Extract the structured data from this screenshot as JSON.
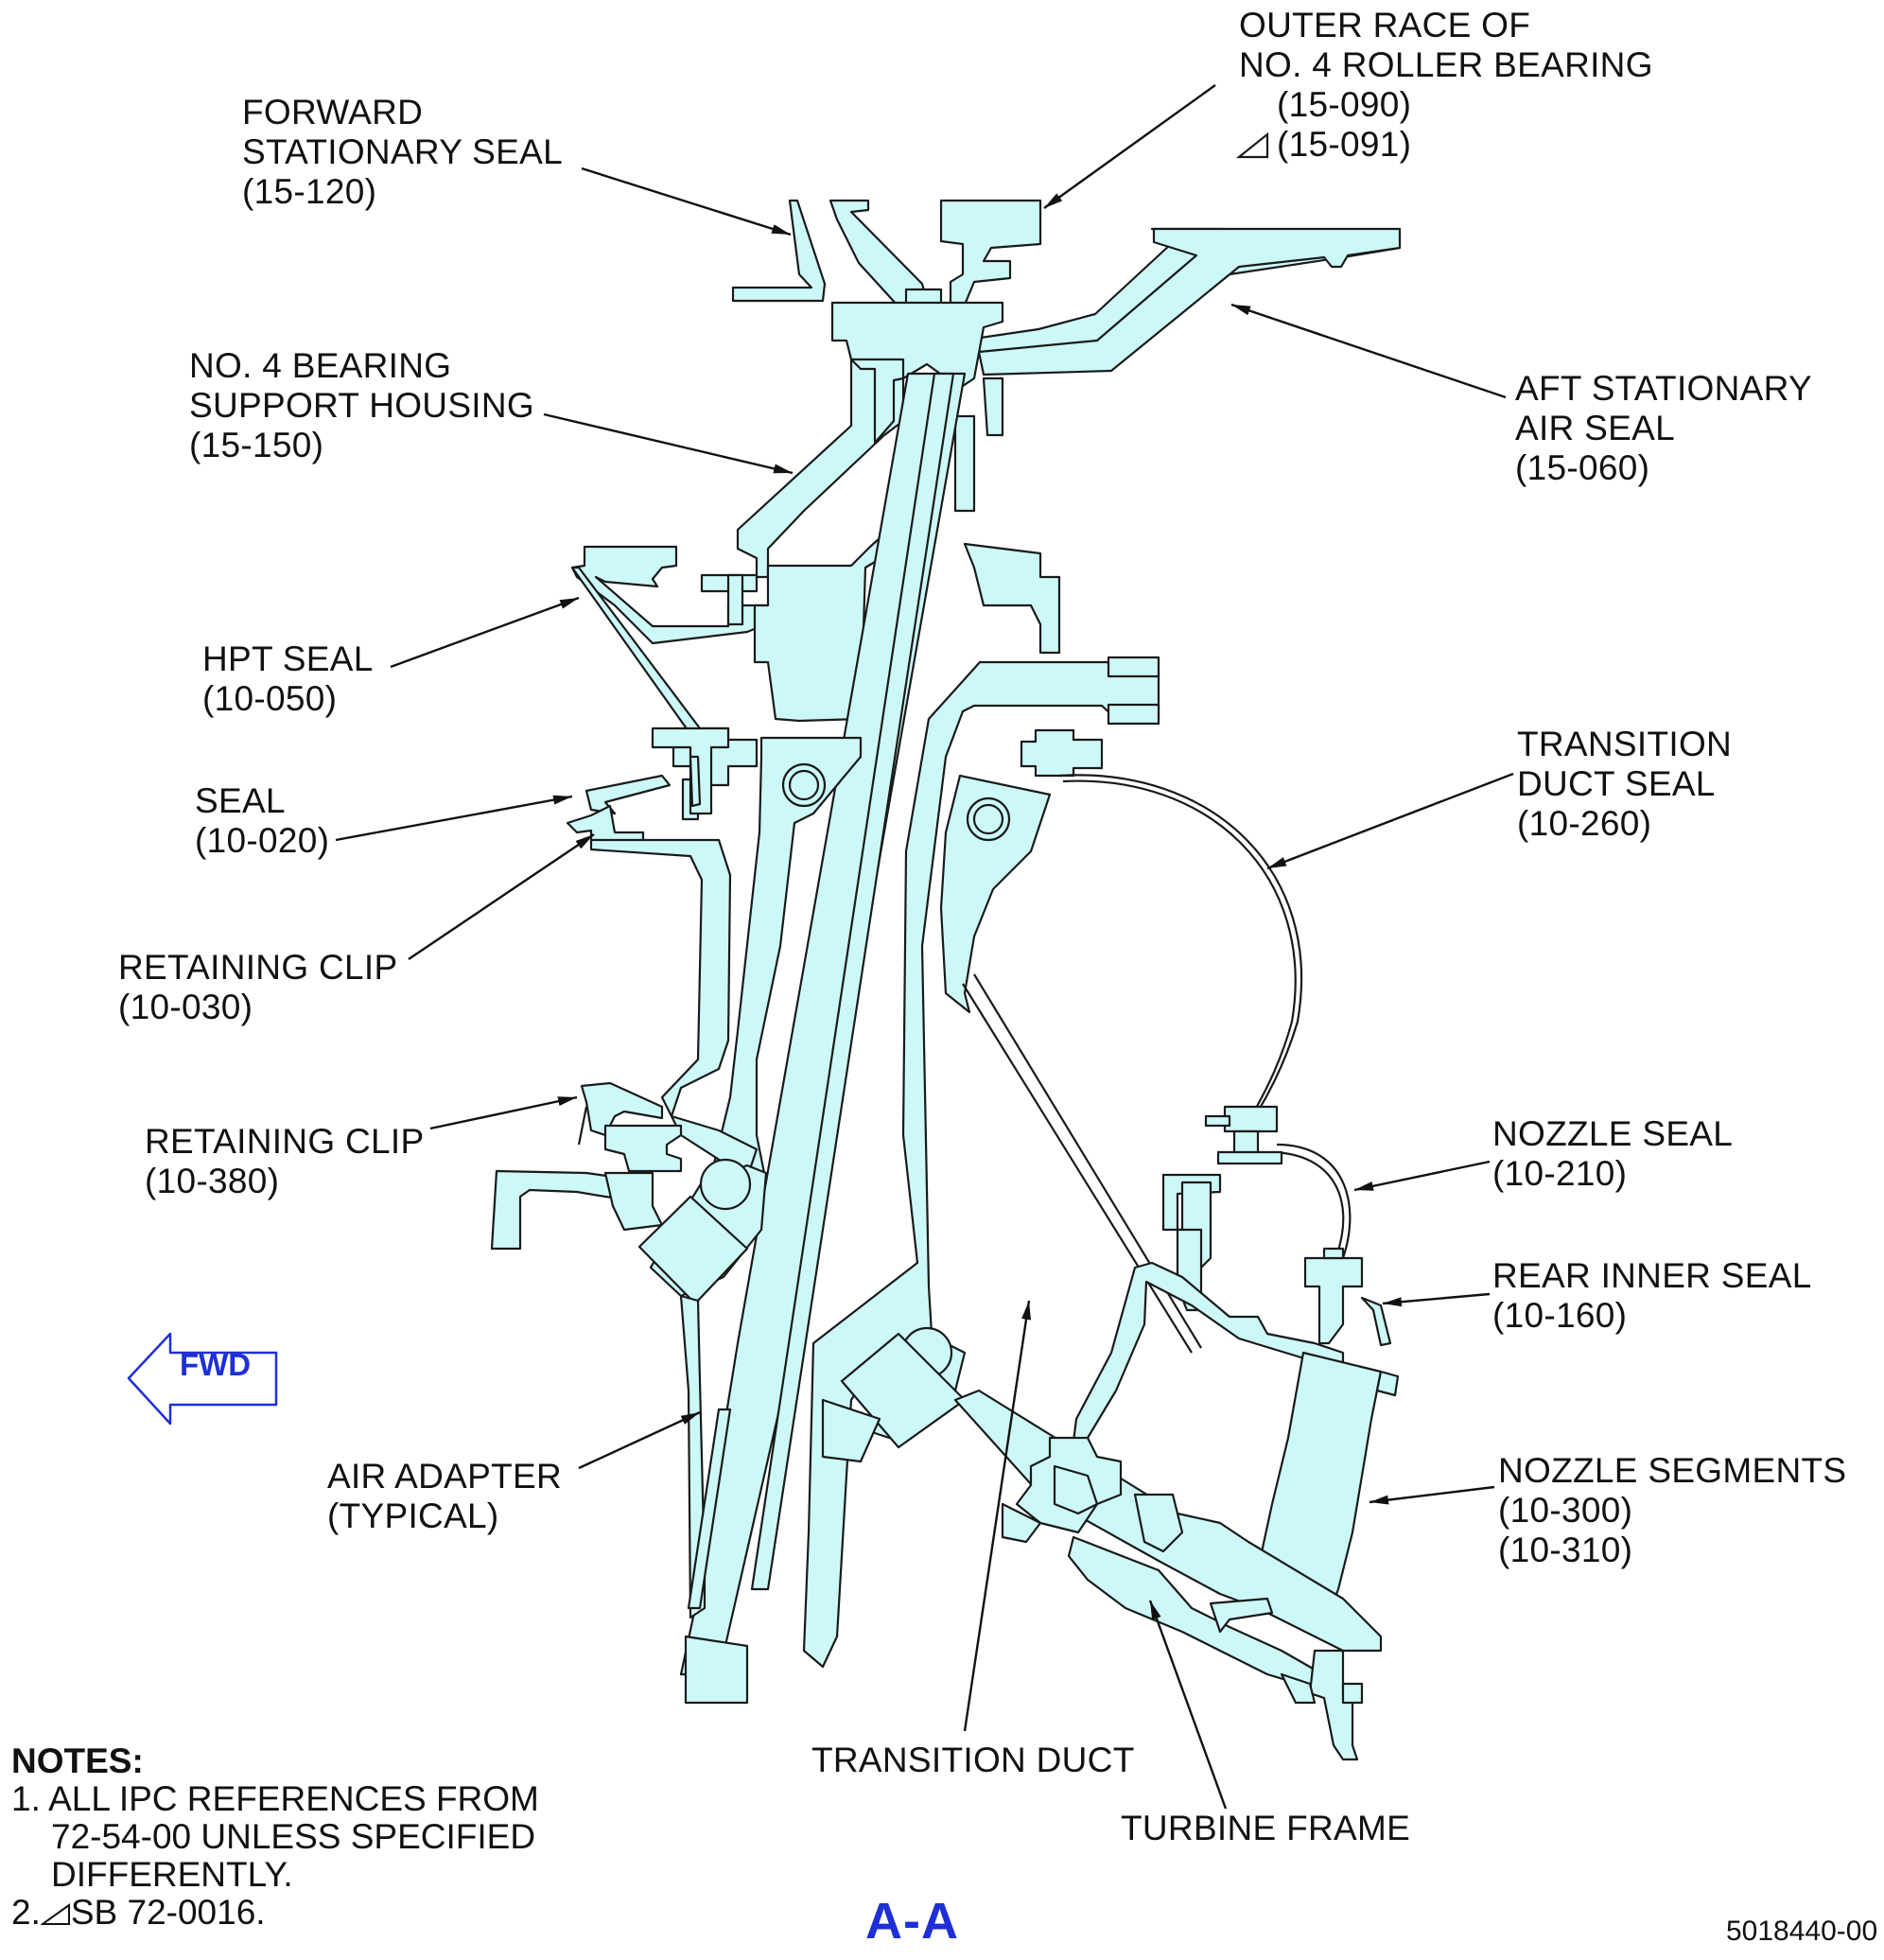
{
  "labels": {
    "outer_race": {
      "lines": [
        "OUTER RACE OF",
        "NO. 4 ROLLER BEARING",
        "(15-090)",
        "(15-091)"
      ]
    },
    "forward_seal": {
      "lines": [
        "FORWARD",
        "STATIONARY SEAL",
        "(15-120)"
      ]
    },
    "bearing_housing": {
      "lines": [
        "NO. 4 BEARING",
        "SUPPORT HOUSING",
        "(15-150)"
      ]
    },
    "aft_seal": {
      "lines": [
        "AFT STATIONARY",
        "AIR SEAL",
        "(15-060)"
      ]
    },
    "hpt_seal": {
      "lines": [
        "HPT SEAL",
        "(10-050)"
      ]
    },
    "seal": {
      "lines": [
        "SEAL",
        "(10-020)"
      ]
    },
    "transition_duct_seal": {
      "lines": [
        "TRANSITION",
        "DUCT SEAL",
        "(10-260)"
      ]
    },
    "retaining_clip_030": {
      "lines": [
        "RETAINING CLIP",
        "(10-030)"
      ]
    },
    "retaining_clip_380": {
      "lines": [
        "RETAINING CLIP",
        "(10-380)"
      ]
    },
    "nozzle_seal": {
      "lines": [
        "NOZZLE SEAL",
        "(10-210)"
      ]
    },
    "rear_inner_seal": {
      "lines": [
        "REAR INNER SEAL",
        "(10-160)"
      ]
    },
    "nozzle_segments": {
      "lines": [
        "NOZZLE SEGMENTS",
        "(10-300)",
        "(10-310)"
      ]
    },
    "air_adapter": {
      "lines": [
        "AIR ADAPTER",
        "(TYPICAL)"
      ]
    },
    "transition_duct": {
      "lines": [
        "TRANSITION DUCT"
      ]
    },
    "turbine_frame": {
      "lines": [
        "TURBINE FRAME"
      ]
    }
  },
  "fwd_label": "FWD",
  "notes": {
    "heading": "NOTES:",
    "note1": [
      "1. ALL IPC REFERENCES FROM",
      "72-54-00 UNLESS SPECIFIED",
      "DIFFERENTLY."
    ],
    "note2_prefix": "2.",
    "note2_text": "SB 72-0016."
  },
  "view_title": "A-A",
  "doc_id": "5018440-00",
  "colors": {
    "part_fill": "#ccf8f8",
    "accent_blue": "#1f2fd6",
    "line": "#1a1a1a"
  }
}
